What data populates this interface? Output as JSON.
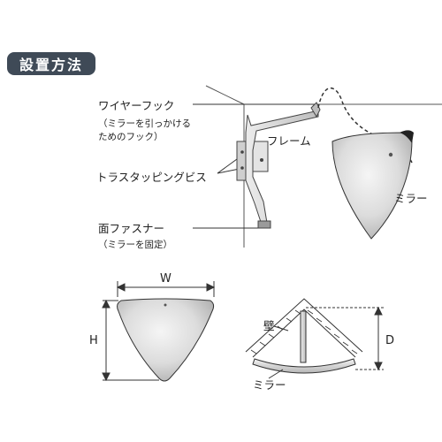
{
  "section_title": "設置方法",
  "labels": {
    "wire_hook": "ワイヤーフック",
    "wire_hook_note_1": "（ミラーを引っかける",
    "wire_hook_note_2": "ためのフック）",
    "frame": "フレーム",
    "truss_screw": "トラスタッピングビス",
    "fastener": "面ファスナー",
    "fastener_note": "（ミラーを固定）",
    "mirror_top": "ミラー",
    "wall": "壁",
    "mirror_bottom": "ミラー"
  },
  "dimensions": {
    "width": "W",
    "height": "H",
    "depth": "D"
  }
}
